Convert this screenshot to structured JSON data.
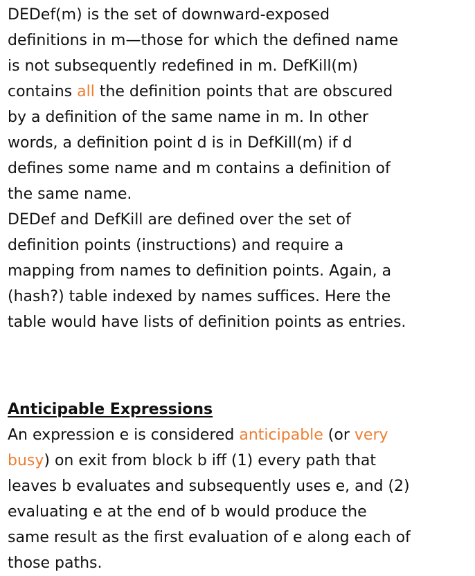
{
  "accent_color": "#ee7d31",
  "paragraph1": {
    "l1": "DEDef(m) is the set of downward-exposed",
    "l2": "definitions in m—those for which the defined name",
    "l3": "is not subsequently redefined in m.  DefKill(m)",
    "l4a": "contains ",
    "l4_highlight": "all",
    "l4b": " the definition points that are obscured",
    "l5": "by a definition of the same name in m.  In other",
    "l6": "words, a definition point d is in DefKill(m) if d",
    "l7": "defines some name and m contains a definition of",
    "l8": "the same name."
  },
  "paragraph2": {
    "l1": "DEDef and DefKill are defined over the set of",
    "l2": "definition points (instructions) and require a",
    "l3": "mapping from names to definition points.  Again, a",
    "l4": "(hash?) table indexed by names suffices.  Here the",
    "l5": "table would have lists of definition points as entries."
  },
  "section": {
    "heading": "Anticipable Expressions",
    "l1a": "An expression e is considered ",
    "l1_highlight1": "anticipable",
    "l1b": " (or ",
    "l1_highlight2": "very",
    "l2_highlight": "busy",
    "l2b": ") on exit from block b iff (1) every path that",
    "l3": "leaves b evaluates and subsequently uses e, and (2)",
    "l4": "evaluating e at the end of b would produce the",
    "l5": "same result as the first evaluation of e along each of",
    "l6": "those paths."
  }
}
